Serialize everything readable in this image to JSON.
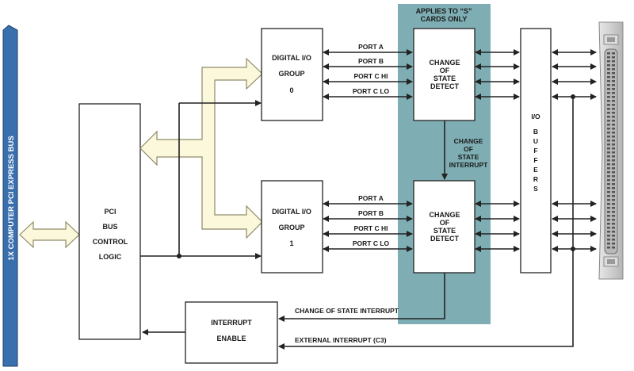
{
  "colors": {
    "pci_bus": "#3a6fae",
    "cos_region": "#7eaeb3",
    "internal_bus_fill": "#fbf8dc",
    "internal_bus_stroke": "#8f8a6a",
    "connector": "#c7c7c7",
    "line": "#222222"
  },
  "pci_bus_label": "1X COMPUTER PCI EXPRESS BUS",
  "pci_logic": {
    "line1": "PCI",
    "line2": "BUS",
    "line3": "CONTROL",
    "line4": "LOGIC"
  },
  "s_cards_note": {
    "line1": "APPLIES TO “S”",
    "line2": "CARDS ONLY"
  },
  "group0": {
    "line1": "DIGITAL I/O",
    "line2": "GROUP",
    "line3": "0"
  },
  "group1": {
    "line1": "DIGITAL I/O",
    "line2": "GROUP",
    "line3": "1"
  },
  "ports": [
    "PORT A",
    "PORT B",
    "PORT C HI",
    "PORT C LO"
  ],
  "cos_block": {
    "line1": "CHANGE",
    "line2": "OF",
    "line3": "STATE",
    "line4": "DETECT"
  },
  "cos_interrupt_link": {
    "line1": "CHANGE",
    "line2": "OF",
    "line3": "STATE",
    "line4": "INTERRUPT"
  },
  "io_buffers": [
    "I/O",
    "B",
    "U",
    "F",
    "F",
    "E",
    "R",
    "S"
  ],
  "interrupt_enable": {
    "line1": "INTERRUPT",
    "line2": "ENABLE"
  },
  "cos_interrupt_label": "CHANGE OF STATE INTERRUPT",
  "external_interrupt_label": "EXTERNAL INTERRUPT (C3)"
}
